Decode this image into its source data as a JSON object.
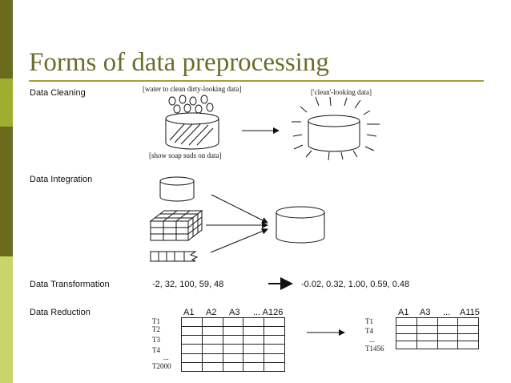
{
  "slide": {
    "title": "Forms of data preprocessing"
  },
  "sidebar": {
    "colors": [
      "#6b6b1e",
      "#9fae2e",
      "#6b6b1e",
      "#c9d46a"
    ]
  },
  "cleaning": {
    "label": "Data Cleaning",
    "caption_top": "[water to clean dirty-looking data]",
    "caption_result": "['clean'-looking data]",
    "caption_bottom": "[show soap suds on data]"
  },
  "integration": {
    "label": "Data Integration"
  },
  "transformation": {
    "label": "Data Transformation",
    "input": "-2, 32, 100, 59, 48",
    "output": "-0.02, 0.32, 1.00, 0.59, 0.48"
  },
  "reduction": {
    "label": "Data Reduction",
    "left_table": {
      "headers": [
        "A1",
        "A2",
        "A3",
        "... A126"
      ],
      "rows": [
        "T1",
        "T2",
        "T3",
        "T4",
        "...",
        "T2000"
      ]
    },
    "right_table": {
      "headers": [
        "A1",
        "A3",
        "...",
        "A115"
      ],
      "rows": [
        "T1",
        "T4",
        "...",
        "T1456"
      ]
    }
  }
}
